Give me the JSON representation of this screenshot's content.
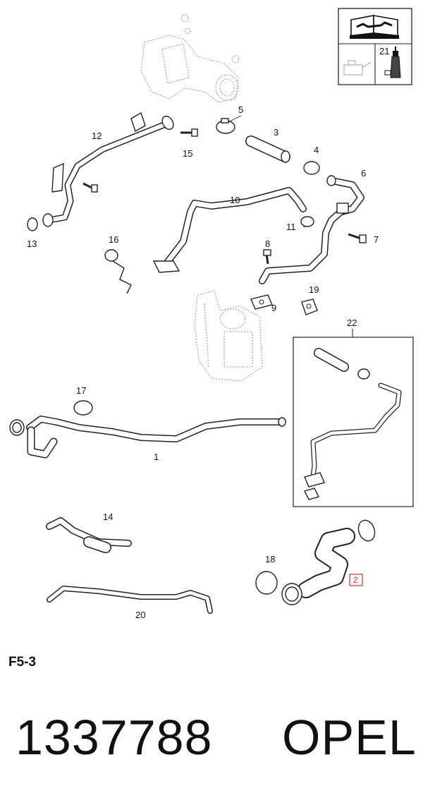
{
  "diagram": {
    "callouts": {
      "c1": "1",
      "c2": "2",
      "c3": "3",
      "c4": "4",
      "c5": "5",
      "c6": "6",
      "c7": "7",
      "c8": "8",
      "c9": "9",
      "c10": "10",
      "c11": "11",
      "c12": "12",
      "c13": "13",
      "c14": "14",
      "c15": "15",
      "c16": "16",
      "c17": "17",
      "c18": "18",
      "c19": "19",
      "c20": "20",
      "c21": "21",
      "c22": "22"
    },
    "highlight_color": "#d93030",
    "icons": [
      "manual-book-icon",
      "oil-can-icon",
      "sealant-tube-icon"
    ]
  },
  "section_code": "F5-3",
  "part_number": "1337788",
  "brand": "OPEL"
}
